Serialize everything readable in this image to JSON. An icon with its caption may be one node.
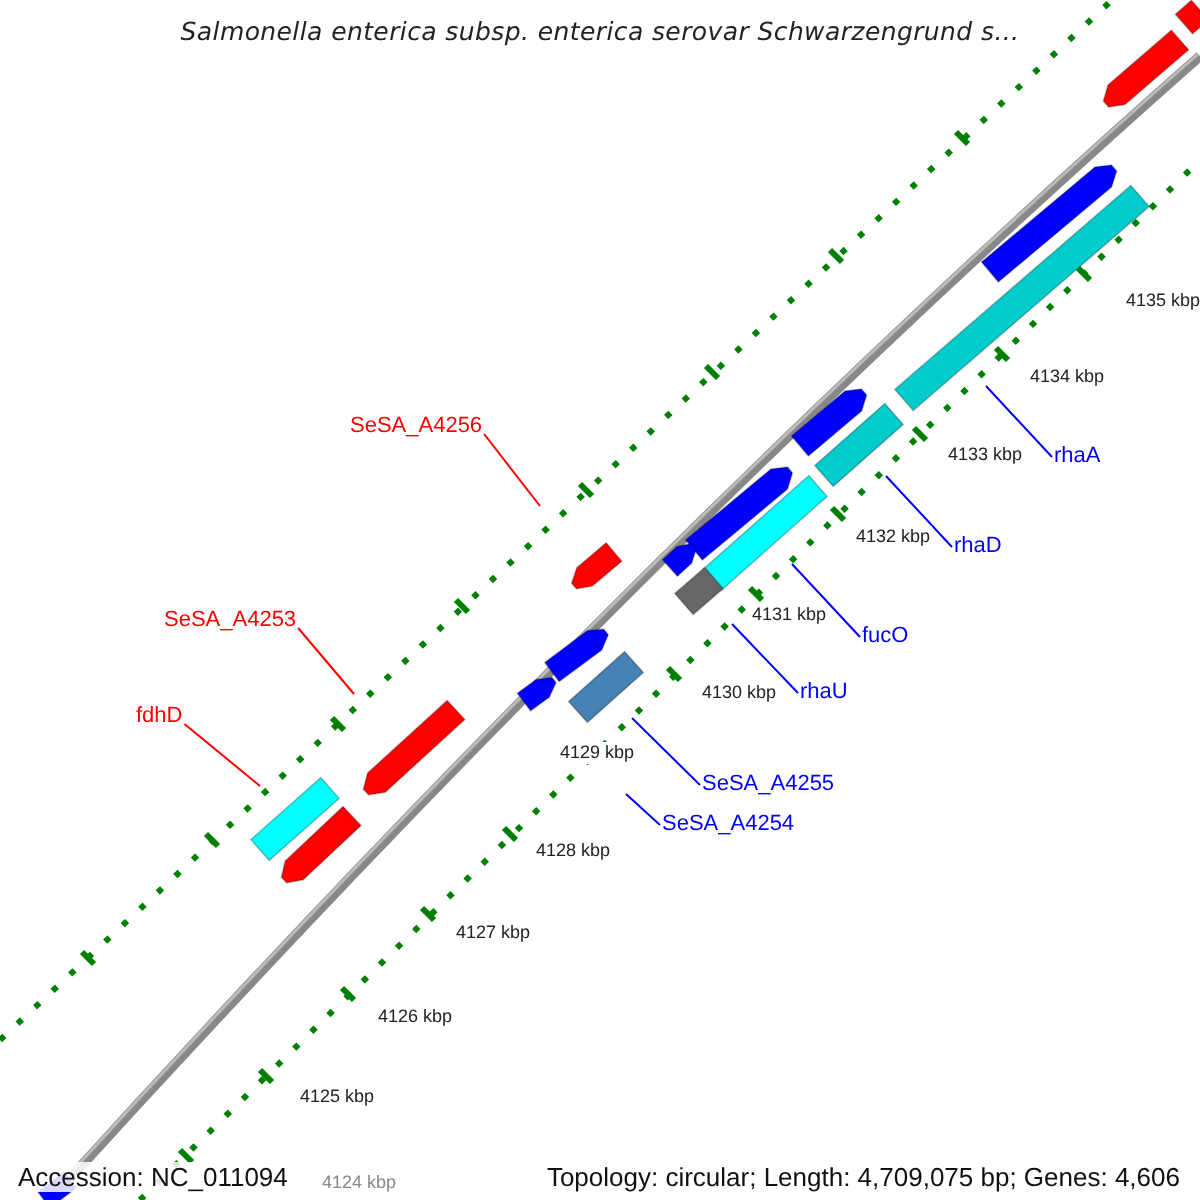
{
  "diagram": {
    "title": "Salmonella enterica subsp. enterica serovar Schwarzengrund s...",
    "nodes": [
      {
        "text": [
          "SeSA_A4256"
        ]
      },
      {
        "text": [
          "SeSA_A4253"
        ]
      },
      {
        "text": [
          "fdhD"
        ]
      },
      {
        "text": [
          "rhaA"
        ]
      },
      {
        "text": [
          "rhaD"
        ]
      },
      {
        "text": [
          "fucO"
        ]
      },
      {
        "text": [
          "rhaU"
        ]
      },
      {
        "text": [
          "SeSA_A4255"
        ]
      },
      {
        "text": [
          "SeSA_A4254"
        ]
      }
    ],
    "edges": [
      {
        "from": 0,
        "to": null,
        "arrow": "none",
        "color": "#ff0000"
      },
      {
        "from": 1,
        "to": null,
        "arrow": "none",
        "color": "#ff0000"
      },
      {
        "from": 2,
        "to": null,
        "arrow": "none",
        "color": "#ff0000"
      },
      {
        "from": 3,
        "to": null,
        "arrow": "none"
      },
      {
        "from": 4,
        "to": null,
        "arrow": "none"
      },
      {
        "from": 5,
        "to": null,
        "arrow": "none"
      },
      {
        "from": 6,
        "to": null,
        "arrow": "none"
      },
      {
        "from": 7,
        "to": null,
        "arrow": "none"
      },
      {
        "from": 8,
        "to": null,
        "arrow": "none"
      }
    ],
    "labels": [
      "4135 kbp",
      "4134 kbp",
      "4133 kbp",
      "4132 kbp",
      "4131 kbp",
      "4130 kbp",
      "4129 kbp",
      "4128 kbp",
      "4127 kbp",
      "4126 kbp",
      "4125 kbp",
      "4124 kbp",
      "Accession: NC_011094",
      "Topology: circular; Length: 4,709,075 bp; Genes: 4,606"
    ]
  }
}
